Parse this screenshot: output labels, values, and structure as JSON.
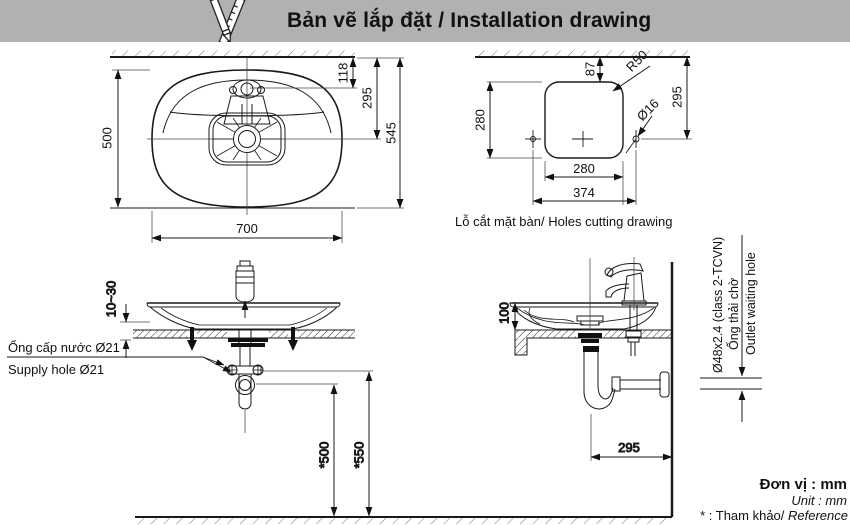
{
  "header": {
    "title": "Bản vẽ lắp đặt / Installation drawing"
  },
  "plan_view": {
    "dim_depth": "500",
    "dim_width": "700",
    "dim_faucet_offset": "118",
    "dim_drain_offset": "295",
    "dim_total_depth": "545"
  },
  "holes_view": {
    "dim_height": "280",
    "dim_top_gap": "87",
    "corner_radius": "R50",
    "dim_center_offset": "295",
    "hole_diameter": "Ø16",
    "dim_width": "280",
    "dim_total_width": "374",
    "caption": "Lỗ cắt mặt bàn/ Holes cutting drawing"
  },
  "side_left": {
    "dim_counter_thickness": "10~30",
    "supply_label_vi": "Ống cấp nước Ø21",
    "supply_label_en": "Supply hole Ø21",
    "dim_trap_height": "*500",
    "dim_supply_height": "*550"
  },
  "side_right": {
    "dim_basin_height": "100",
    "dim_drain_to_wall": "295",
    "outlet_pipe_spec": "Ø48x2.4 (class 2-TCVN)",
    "outlet_label_vi": "Ống thải chờ",
    "outlet_label_en": "Outlet waiting hole"
  },
  "footer": {
    "unit_vi": "Đơn vị : mm",
    "unit_en": "Unit : mm",
    "reference_vi": "* : Tham khảo/ ",
    "reference_en": "Reference"
  }
}
